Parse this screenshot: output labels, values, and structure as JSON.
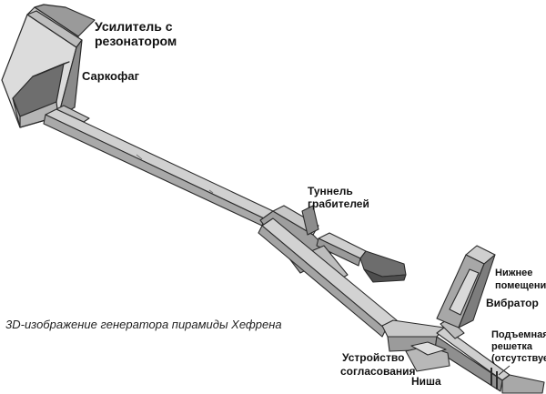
{
  "labels": {
    "amplifier_line1": "Усилитель с",
    "amplifier_line2": "резонатором",
    "sarcophagus": "Саркофаг",
    "robbers_tunnel_line1": "Туннель",
    "robbers_tunnel_line2": "грабителей",
    "lower_room_line1": "Нижнее",
    "lower_room_line2": "помещение",
    "vibrator": "Вибратор",
    "portcullis_line1": "Подъемная",
    "portcullis_line2": "решетка",
    "portcullis_line3": "(отсутствует)",
    "matching_device_line1": "Устройство",
    "matching_device_line2": "согласования",
    "niche": "Ниша"
  },
  "caption": "3D-изображение генератора пирамиды Хефрена",
  "colors": {
    "wall_light": "#d6d6d6",
    "wall_mid": "#b3b3b3",
    "wall_dark": "#7c7c7c",
    "outline": "#2a2a2a",
    "text": "#111111"
  }
}
